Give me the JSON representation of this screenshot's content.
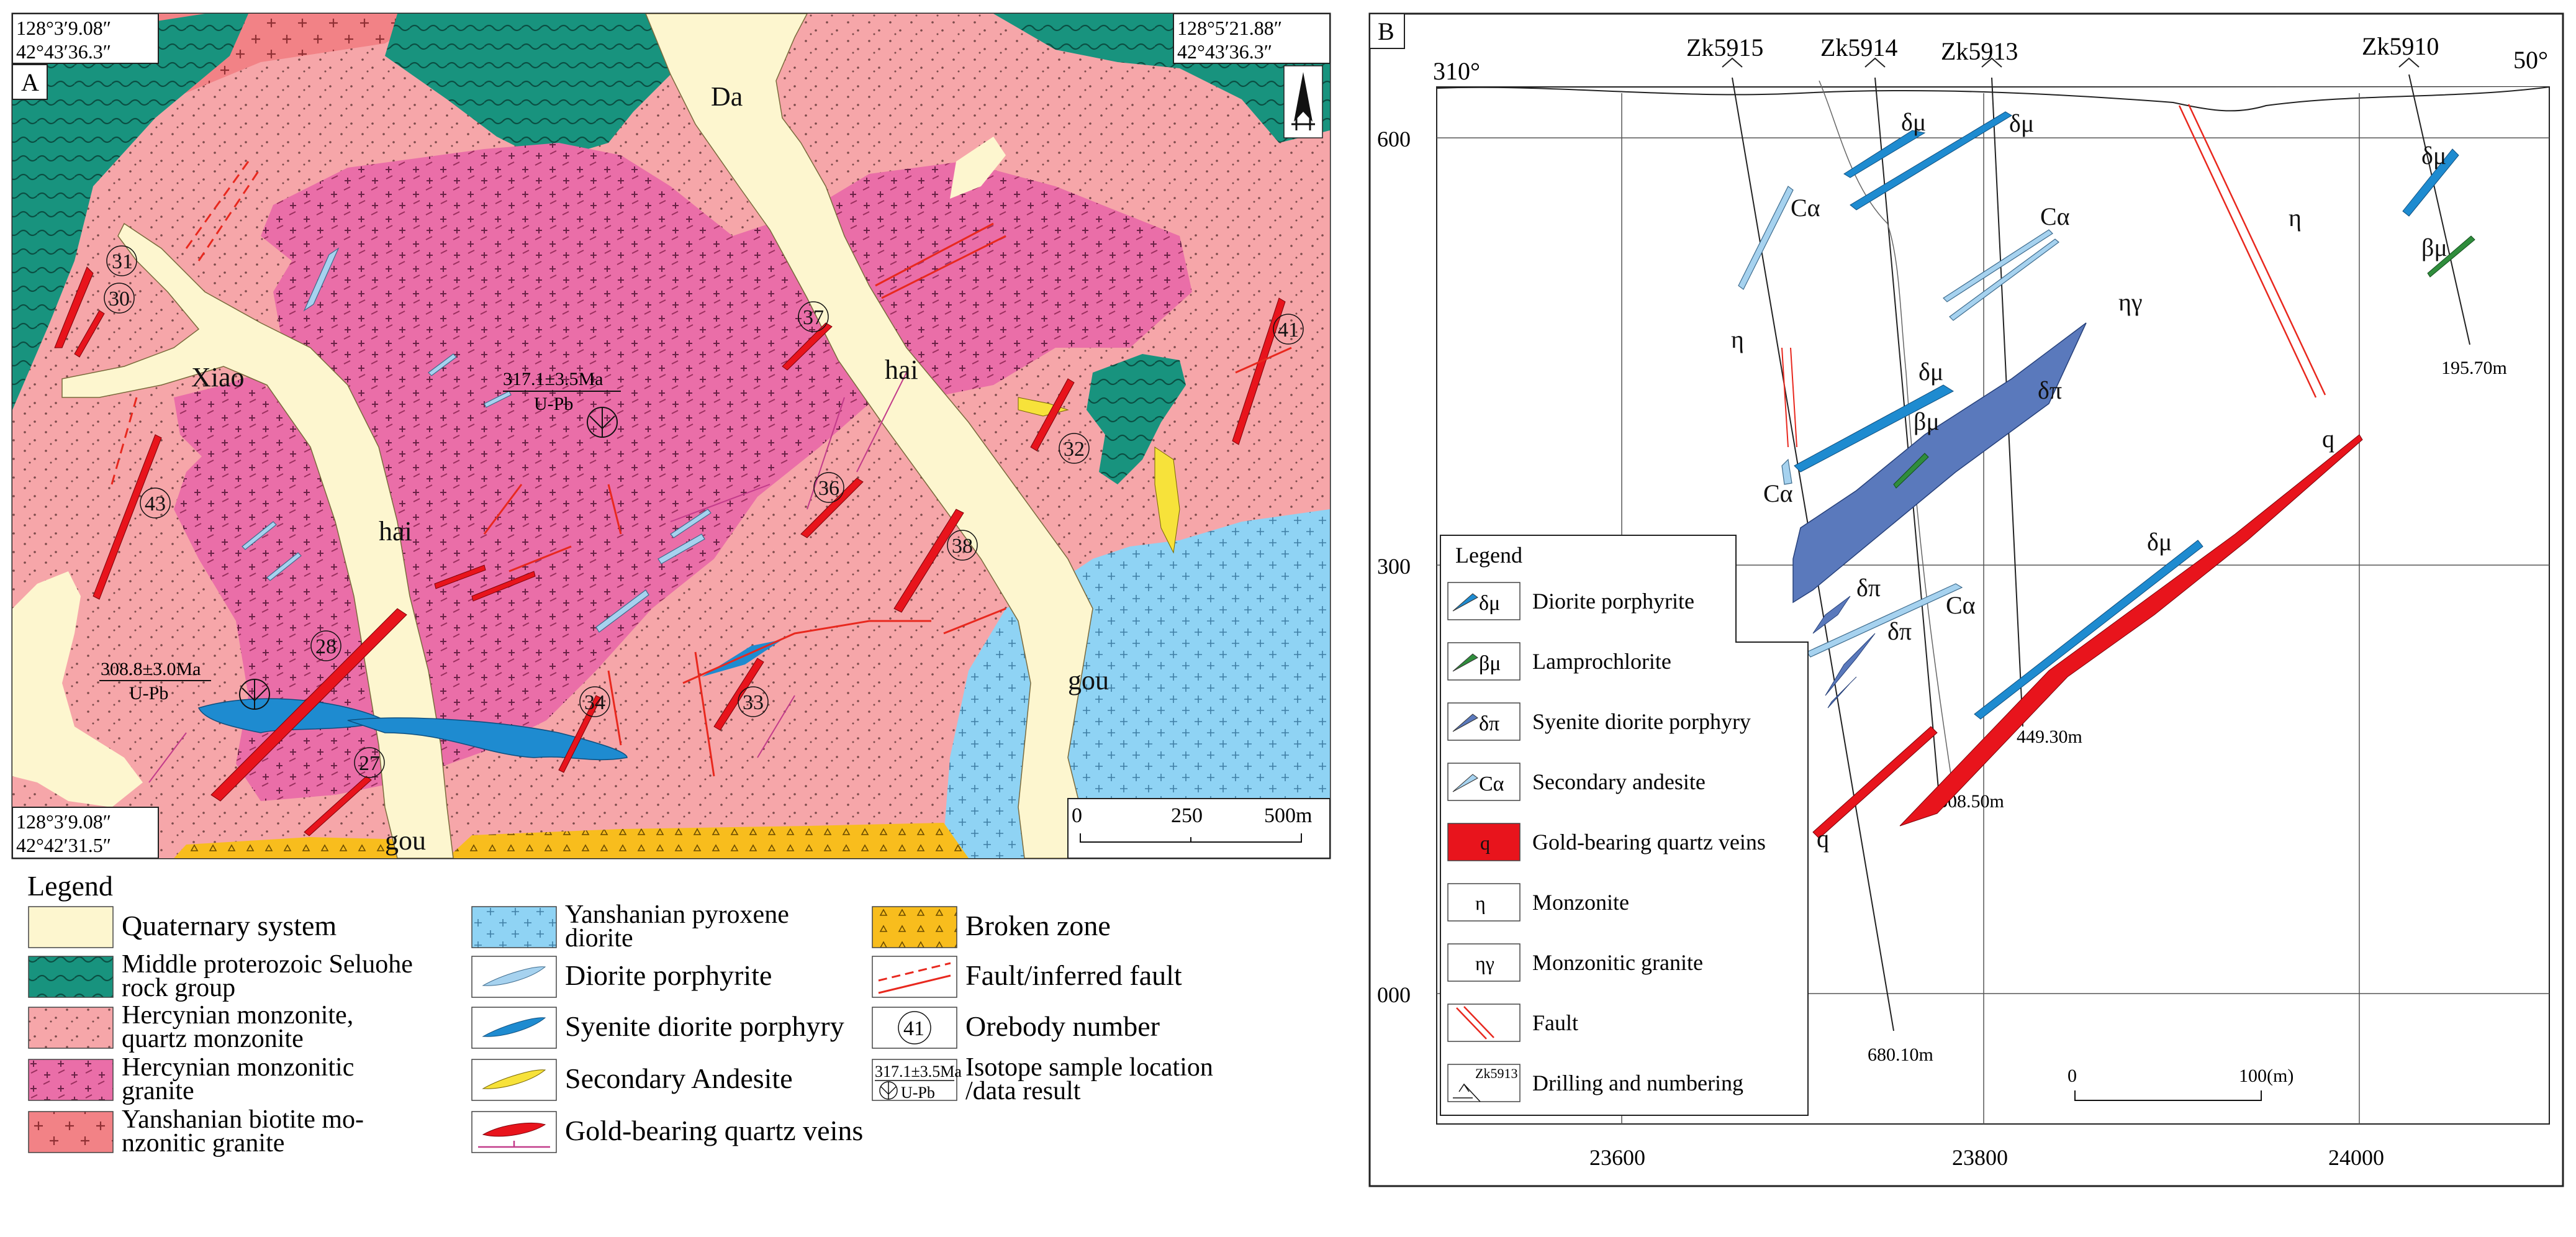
{
  "panel_a": {
    "label": "A",
    "coords": {
      "top_left": [
        "128°3′9.08″",
        "42°43′36.3″"
      ],
      "top_right": [
        "128°5′21.88″",
        "42°43′36.3″"
      ],
      "bottom_left": [
        "128°3′9.08″",
        "42°42′31.5″"
      ]
    },
    "place_names": [
      "Da",
      "Xiao",
      "hai",
      "hai",
      "gou",
      "gou"
    ],
    "orebodies": [
      "31",
      "30",
      "43",
      "37",
      "41",
      "32",
      "36",
      "38",
      "28",
      "27",
      "34",
      "33"
    ],
    "isotope_samples": [
      {
        "age": "317.1±3.5Ma",
        "method": "U-Pb"
      },
      {
        "age": "308.8±3.0Ma",
        "method": "U-Pb"
      }
    ],
    "scale": {
      "ticks": [
        "0",
        "250",
        "500m"
      ]
    }
  },
  "legend_a": {
    "title": "Legend",
    "items": [
      {
        "lines": [
          "Quaternary system"
        ],
        "swatch": "quaternary"
      },
      {
        "lines": [
          "Middle proterozoic Seluohe",
          "rock group"
        ],
        "swatch": "seluohe"
      },
      {
        "lines": [
          "Hercynian monzonite,",
          "quartz monzonite"
        ],
        "swatch": "monzonite"
      },
      {
        "lines": [
          "Hercynian monzonitic",
          "granite"
        ],
        "swatch": "granite"
      },
      {
        "lines": [
          "Yanshanian biotite mo-",
          "nzonitic granite"
        ],
        "swatch": "biotite"
      },
      {
        "lines": [
          "Yanshanian pyroxene",
          "diorite"
        ],
        "swatch": "pyroxene"
      },
      {
        "lines": [
          "Diorite porphyrite"
        ],
        "swatch": "diorite"
      },
      {
        "lines": [
          "Syenite diorite porphyry"
        ],
        "swatch": "syenite"
      },
      {
        "lines": [
          "Secondary Andesite"
        ],
        "swatch": "andesite"
      },
      {
        "lines": [
          "Gold-bearing quartz veins"
        ],
        "swatch": "gold"
      },
      {
        "lines": [
          "Broken zone"
        ],
        "swatch": "broken"
      },
      {
        "lines": [
          "Fault/inferred fault"
        ],
        "swatch": "fault"
      },
      {
        "lines": [
          "Orebody number"
        ],
        "swatch": "orebody",
        "sample": "41"
      },
      {
        "lines": [
          "Isotope sample location",
          "/data result"
        ],
        "swatch": "isotope",
        "sample": [
          "317.1±3.5Ma",
          "U-Pb"
        ]
      }
    ]
  },
  "panel_b": {
    "label": "B",
    "azimuths": [
      "310°",
      "50°"
    ],
    "drillholes": [
      {
        "name": "Zk5915",
        "depth": "680.10m"
      },
      {
        "name": "Zk5914",
        "depth": "508.50m"
      },
      {
        "name": "Zk5913",
        "depth": "449.30m"
      },
      {
        "name": "Zk5910",
        "depth": "195.70m"
      }
    ],
    "y_ticks": [
      "600",
      "300",
      "000"
    ],
    "x_ticks": [
      "23600",
      "23800",
      "24000"
    ],
    "rock_labels": [
      "δμ",
      "δμ",
      "Cα",
      "Cα",
      "η",
      "ηγ",
      "δμ",
      "βμ",
      "δπ",
      "Cα",
      "q",
      "δπ",
      "Cα",
      "δπ",
      "δμ",
      "q",
      "η",
      "δμ",
      "βμ"
    ],
    "scale": {
      "ticks": [
        "0",
        "100(m)"
      ]
    },
    "legend": {
      "title": "Legend",
      "items": [
        {
          "label": "Diorite porphyrite",
          "symbol": "δμ"
        },
        {
          "label": "Lamprochlorite",
          "symbol": "βμ"
        },
        {
          "label": "Syenite diorite porphyry",
          "symbol": "δπ"
        },
        {
          "label": "Secondary andesite",
          "symbol": "Cα"
        },
        {
          "label": "Gold-bearing quartz veins",
          "symbol": "q"
        },
        {
          "label": "Monzonite",
          "symbol": "η"
        },
        {
          "label": "Monzonitic granite",
          "symbol": "ηγ"
        },
        {
          "label": "Fault",
          "symbol": ""
        },
        {
          "label": "Drilling and numbering",
          "symbol": "Zk5913"
        }
      ]
    }
  },
  "colors": {
    "quaternary": "#fdf6cf",
    "seluohe": "#18937e",
    "monzonite": "#f6a6a9",
    "granite": "#ea6ea8",
    "biotite": "#f28286",
    "pyroxene": "#8fd3f4",
    "diorite": "#a6d2ef",
    "syenite": "#1e8bd0",
    "andesite": "#f7e23a",
    "gold": "#e8141c",
    "broken": "#f8bd1d",
    "syenite_section": "#5a79bc",
    "lamprochlorite": "#2f8d3c",
    "fault": "#e8281e"
  }
}
